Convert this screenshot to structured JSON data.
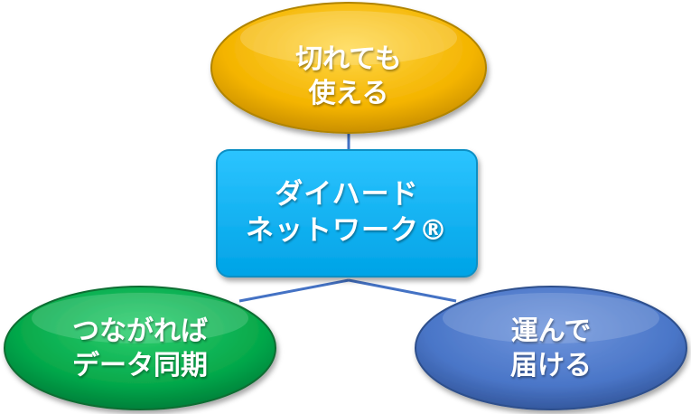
{
  "diagram": {
    "center": {
      "line1": "ダイハード",
      "line2": "ネットワーク®"
    },
    "top": {
      "line1": "切れても",
      "line2": "使える"
    },
    "left": {
      "line1": "つながれば",
      "line2": "データ同期"
    },
    "right": {
      "line1": "運んで",
      "line2": "届ける"
    }
  },
  "colors": {
    "connector": "#4472c4",
    "center_fill": "#00b0f0",
    "top_fill": "#ffc000",
    "left_fill": "#00b050",
    "right_fill": "#4472c4"
  }
}
